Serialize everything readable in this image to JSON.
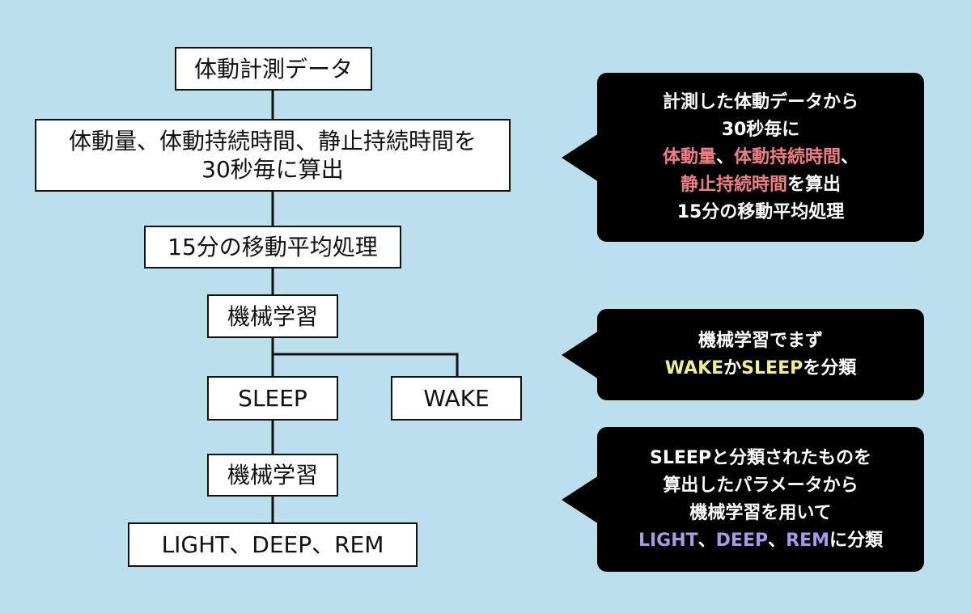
{
  "flow": {
    "step1": "体動計測データ",
    "step2_line1": "体動量、体動持続時間、静止持続時間を",
    "step2_line2": "30秒毎に算出",
    "step3": "15分の移動平均処理",
    "step4": "機械学習",
    "sleep": "SLEEP",
    "wake": "WAKE",
    "step5": "機械学習",
    "step6": "LIGHT、DEEP、REM"
  },
  "callouts": {
    "c1": {
      "l1": "計測した体動データから",
      "l2": "30秒毎に",
      "l3a": "体動量",
      "l3b": "、",
      "l3c": "体動持続時間",
      "l3d": "、",
      "l4a": "静止持続時間",
      "l4b": "を算出",
      "l5": "15分の移動平均処理"
    },
    "c2": {
      "l1": "機械学習でまず",
      "l2a": "WAKE",
      "l2b": "か",
      "l2c": "SLEEP",
      "l2d": "を分類"
    },
    "c3": {
      "l1": "SLEEPと分類されたものを",
      "l2": "算出したパラメータから",
      "l3": "機械学習を用いて",
      "l4a": "LIGHT",
      "l4b": "、",
      "l4c": "DEEP",
      "l4d": "、",
      "l4e": "REM",
      "l4f": "に分類"
    }
  },
  "colors": {
    "background": "#bcdfee",
    "highlight_pink": "#f07e85",
    "highlight_yellow": "#eef08e",
    "highlight_purple": "#a99ae6"
  }
}
